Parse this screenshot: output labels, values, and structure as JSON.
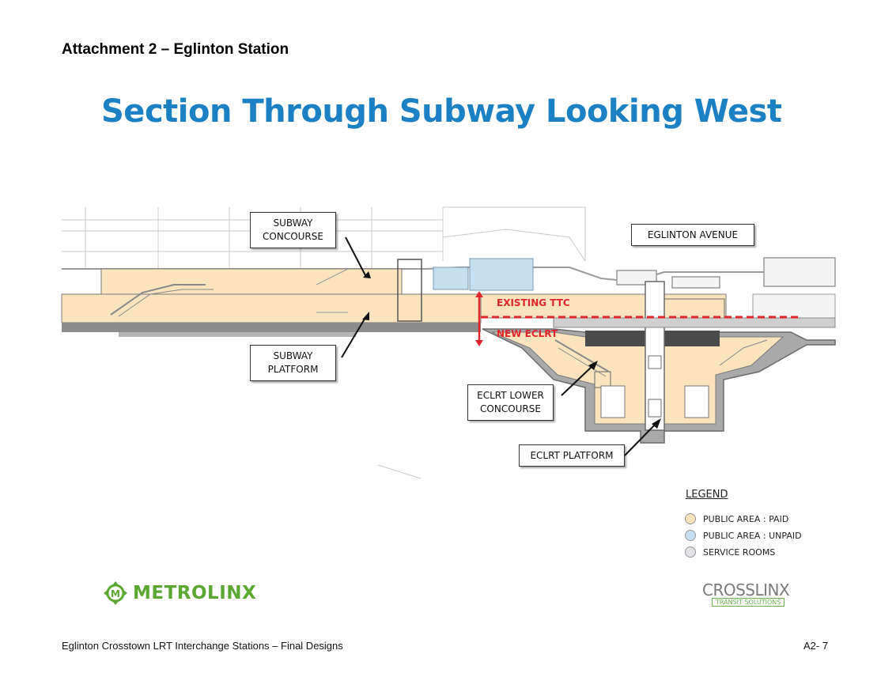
{
  "header": {
    "attachment_title": "Attachment 2 – Eglinton Station",
    "main_title": "Section Through Subway Looking West"
  },
  "callouts": {
    "subway_concourse": "SUBWAY\nCONCOURSE",
    "eglinton_avenue": "EGLINTON AVENUE",
    "subway_platform": "SUBWAY\nPLATFORM",
    "eclrt_lower_concourse": "ECLRT LOWER\nCONCOURSE",
    "eclrt_platform": "ECLRT PLATFORM"
  },
  "markers": {
    "existing_ttc": "EXISTING TTC",
    "new_eclrt": "NEW ECLRT"
  },
  "legend": {
    "title": "LEGEND",
    "items": [
      {
        "label": "PUBLIC AREA : PAID",
        "color": "#fbe3bd"
      },
      {
        "label": "PUBLIC AREA : UNPAID",
        "color": "#c6dff0"
      },
      {
        "label": "SERVICE ROOMS",
        "color": "#e2e2e6"
      }
    ]
  },
  "logos": {
    "metrolinx": "METROLINX",
    "crosslinx": "CROSSLINX",
    "crosslinx_sub": "TRANSIT SOLUTIONS"
  },
  "footer": {
    "left": "Eglinton Crosstown LRT Interchange Stations – Final Designs",
    "right": "A2- 7"
  },
  "colors": {
    "title_blue": "#1b80c4",
    "paid": "#fbe3bd",
    "unpaid": "#c6dff0",
    "service": "#e2e2e6",
    "structure": "#8a8a8a",
    "marker_red": "#e0262b",
    "metrolinx_green": "#5aa832"
  }
}
